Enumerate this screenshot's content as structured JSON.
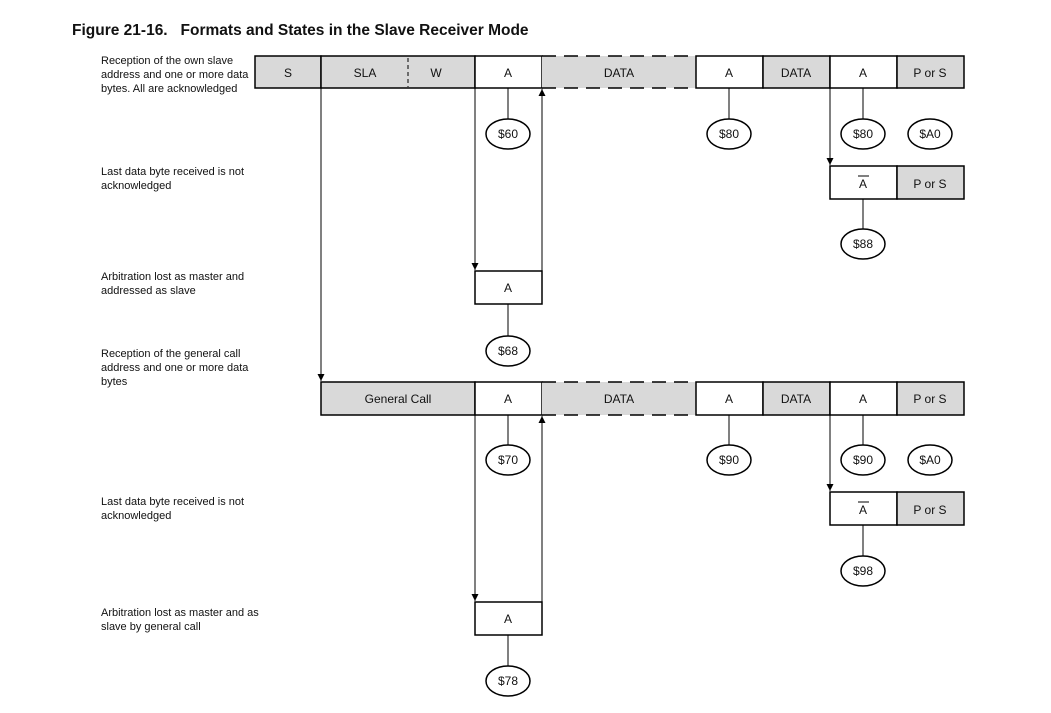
{
  "figure": {
    "title": "Figure 21-16.   Formats and States in the Slave Receiver Mode"
  },
  "row_labels": {
    "own_address": "Reception of the own slave address and one or more data bytes. All are acknowledged",
    "last_not_ack_1": "Last data byte received is not acknowledged",
    "arbitration_lost_1": "Arbitration lost as master and addressed as slave",
    "general_call": "Reception of the general call address and one or more data bytes",
    "last_not_ack_2": "Last data byte received is not acknowledged",
    "arbitration_lost_2": "Arbitration lost as master and as slave by general call"
  },
  "frames": {
    "s": "S",
    "sla": "SLA",
    "w": "W",
    "a": "A",
    "data": "DATA",
    "p_or_s": "P or S",
    "a_bar": "A",
    "general_call": "General Call"
  },
  "states": {
    "s60": "$60",
    "s80": "$80",
    "s80b": "$80",
    "sA0": "$A0",
    "s88": "$88",
    "s68": "$68",
    "s70": "$70",
    "s90": "$90",
    "s90b": "$90",
    "sA0b": "$A0",
    "s98": "$98",
    "s78": "$78"
  },
  "colors": {
    "master_fill": "#d9d9d9",
    "slave_fill": "#ffffff",
    "stroke": "#000000"
  }
}
